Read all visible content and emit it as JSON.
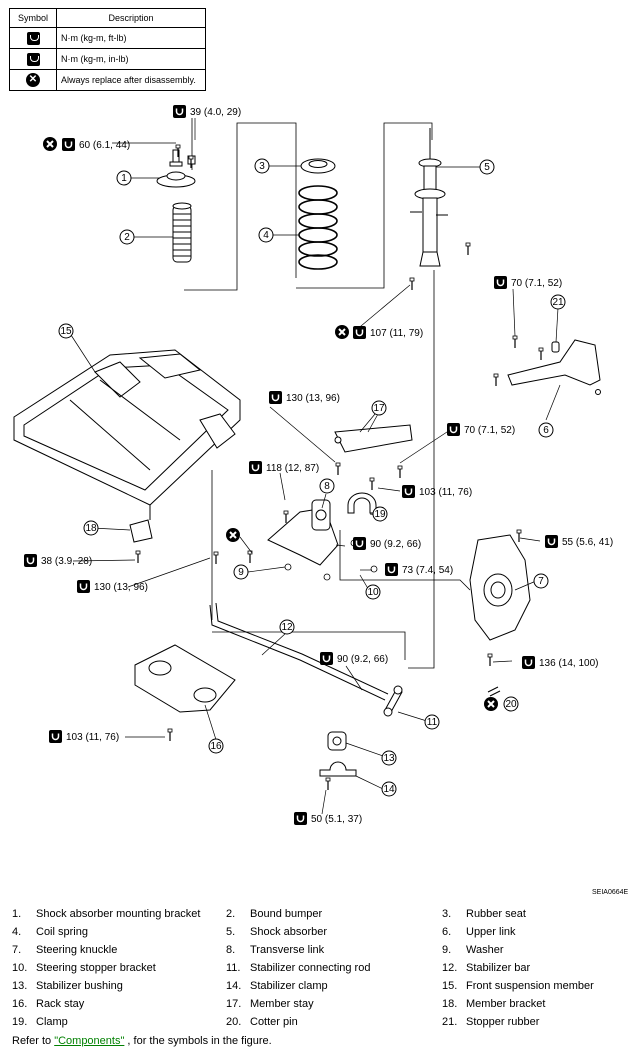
{
  "symbol_table": {
    "header_symbol": "Symbol",
    "header_description": "Description",
    "rows": [
      {
        "icon": "torque-wrench-icon",
        "description": "N·m (kg-m, ft-lb)"
      },
      {
        "icon": "torque-wrench-inlb-icon",
        "description": "N·m (kg-m, in-lb)"
      },
      {
        "icon": "always-replace-icon",
        "description": "Always replace after disassembly."
      }
    ]
  },
  "torques": {
    "t39": "39 (4.0, 29)",
    "t60": "60 (6.1, 44)",
    "t107": "107 (11, 79)",
    "t70a": "70 (7.1, 52)",
    "t130a": "130 (13, 96)",
    "t70b": "70 (7.1, 52)",
    "t118": "118 (12, 87)",
    "t103a": "103 (11, 76)",
    "t90a": "90 (9.2, 66)",
    "t55": "55 (5.6, 41)",
    "t73": "73 (7.4, 54)",
    "t38": "38 (3.9, 28)",
    "t130b": "130 (13, 96)",
    "t90b": "90 (9.2, 66)",
    "t136": "136 (14, 100)",
    "t103b": "103 (11, 76)",
    "t50": "50 (5.1, 37)"
  },
  "callouts": [
    "1",
    "2",
    "3",
    "4",
    "5",
    "6",
    "7",
    "8",
    "9",
    "10",
    "11",
    "12",
    "13",
    "14",
    "15",
    "16",
    "17",
    "18",
    "19",
    "20",
    "21"
  ],
  "figure_code": "SEIA0664E",
  "legend": [
    {
      "n": "1.",
      "name": "Shock absorber mounting bracket"
    },
    {
      "n": "2.",
      "name": "Bound bumper"
    },
    {
      "n": "3.",
      "name": "Rubber seat"
    },
    {
      "n": "4.",
      "name": "Coil spring"
    },
    {
      "n": "5.",
      "name": "Shock absorber"
    },
    {
      "n": "6.",
      "name": "Upper link"
    },
    {
      "n": "7.",
      "name": "Steering knuckle"
    },
    {
      "n": "8.",
      "name": "Transverse link"
    },
    {
      "n": "9.",
      "name": "Washer"
    },
    {
      "n": "10.",
      "name": "Steering stopper bracket"
    },
    {
      "n": "11.",
      "name": "Stabilizer connecting rod"
    },
    {
      "n": "12.",
      "name": "Stabilizer bar"
    },
    {
      "n": "13.",
      "name": "Stabilizer bushing"
    },
    {
      "n": "14.",
      "name": "Stabilizer clamp"
    },
    {
      "n": "15.",
      "name": "Front suspension member"
    },
    {
      "n": "16.",
      "name": "Rack stay"
    },
    {
      "n": "17.",
      "name": "Member stay"
    },
    {
      "n": "18.",
      "name": "Member bracket"
    },
    {
      "n": "19.",
      "name": "Clamp"
    },
    {
      "n": "20.",
      "name": "Cotter pin"
    },
    {
      "n": "21.",
      "name": "Stopper rubber"
    }
  ],
  "refer": {
    "prefix": "Refer to ",
    "link": "\"Components\"",
    "suffix": " , for the symbols in the figure."
  }
}
